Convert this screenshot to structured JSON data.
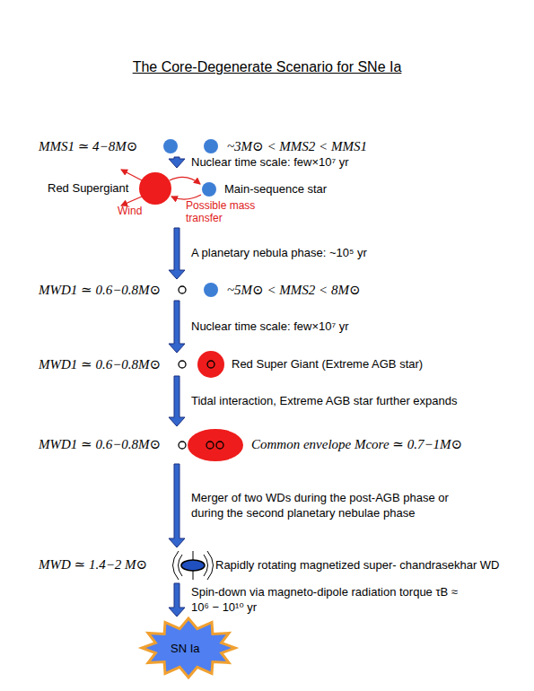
{
  "diagram": {
    "title": "The Core-Degenerate Scenario for SNe Ia",
    "nodes": [
      {
        "text": [
          "MMS1 ≃ 4−8M⊙",
          "~3M⊙ < MMS2 < MMS1"
        ]
      },
      {
        "text": [
          "Red Supergiant",
          "Main-sequence star",
          "Wind",
          "Possible mass transfer"
        ]
      },
      {
        "text": [
          "MWD1 ≃ 0.6−0.8M⊙",
          "~5M⊙ < MMS2 < 8M⊙"
        ]
      },
      {
        "text": [
          "MWD1 ≃ 0.6−0.8M⊙",
          "Red Super Giant (Extreme AGB star)"
        ]
      },
      {
        "text": [
          "MWD1 ≃ 0.6−0.8M⊙",
          "Common envelope Mcore ≃ 0.7−1M⊙"
        ]
      },
      {
        "text": [
          "MWD ≃ 1.4−2 M⊙",
          "Rapidly rotating magnetized super- chandrasekhar WD"
        ]
      },
      {
        "text": [
          "SN Ia"
        ]
      }
    ],
    "edges": [
      {
        "from": 0,
        "to": 1,
        "arrow": "to",
        "label": "Nuclear time scale: few×10⁷ yr"
      },
      {
        "from": 1,
        "to": 2,
        "arrow": "to",
        "label": "A planetary nebula phase: ~10⁵ yr"
      },
      {
        "from": 2,
        "to": 3,
        "arrow": "to",
        "label": "Nuclear time scale: few×10⁷ yr"
      },
      {
        "from": 3,
        "to": 4,
        "arrow": "to",
        "label": "Tidal interaction, Extreme AGB star further expands"
      },
      {
        "from": 4,
        "to": 5,
        "arrow": "to",
        "label": "Merger of two WDs during the post-AGB phase or during the second planetary nebulae phase"
      },
      {
        "from": 5,
        "to": 6,
        "arrow": "to",
        "label": "Spin-down via magneto-dipole radiation torque τB ≈ 10⁶ − 10¹⁰ yr"
      }
    ]
  }
}
